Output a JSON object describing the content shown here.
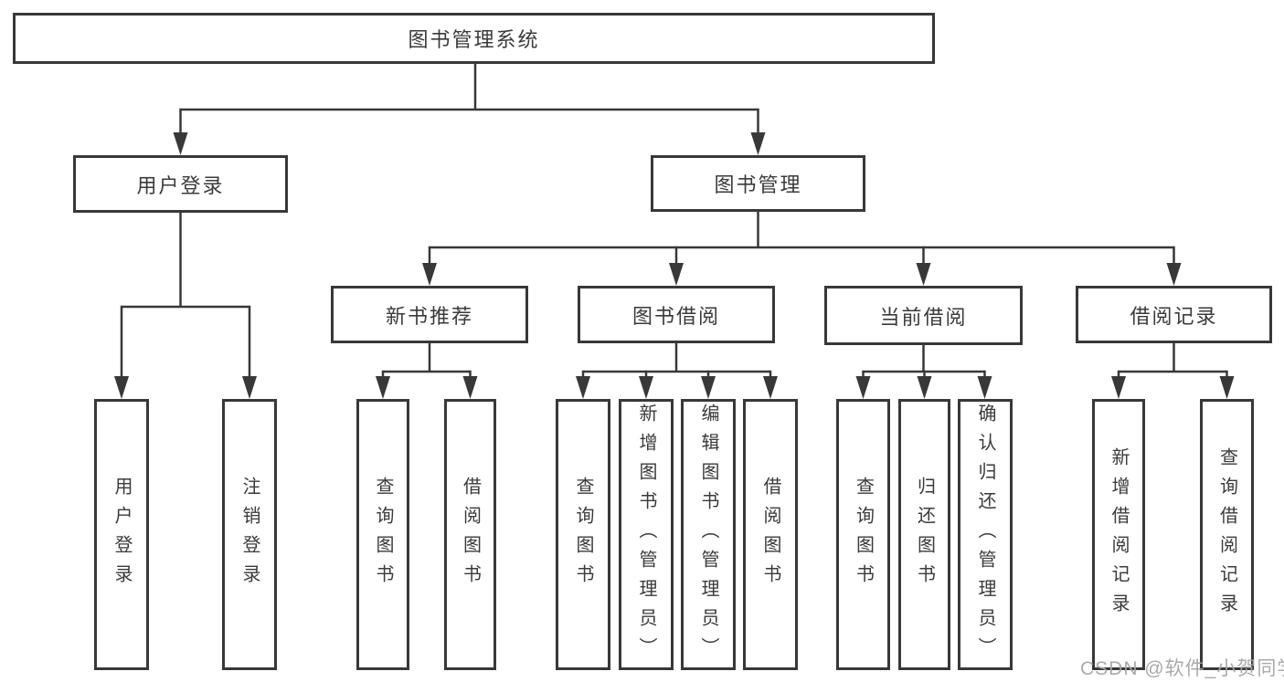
{
  "diagram": {
    "title": "图书管理系统",
    "root": {
      "label": "图书管理系统"
    },
    "level2": [
      {
        "label": "用户登录"
      },
      {
        "label": "图书管理"
      }
    ],
    "level3": [
      {
        "label": "新书推荐"
      },
      {
        "label": "图书借阅"
      },
      {
        "label": "当前借阅"
      },
      {
        "label": "借阅记录"
      }
    ],
    "leaves": {
      "user_login": [
        "用户登录",
        "注销登录"
      ],
      "new_books": [
        "查询图书",
        "借阅图书"
      ],
      "book_borrow": [
        "查询图书",
        "新增图书（管理员）",
        "编辑图书（管理员）",
        "借阅图书"
      ],
      "current_borrow": [
        "查询图书",
        "归还图书",
        "确认归还（管理员）"
      ],
      "borrow_records": [
        "新增借阅记录",
        "查询借阅记录"
      ]
    },
    "colors": {
      "line": "#383838",
      "text": "#3a3a3a",
      "box_background": "#ffffff",
      "watermark": "#a5a5a5"
    }
  },
  "watermark": {
    "text": "CSDN @软件_小贺同学"
  }
}
